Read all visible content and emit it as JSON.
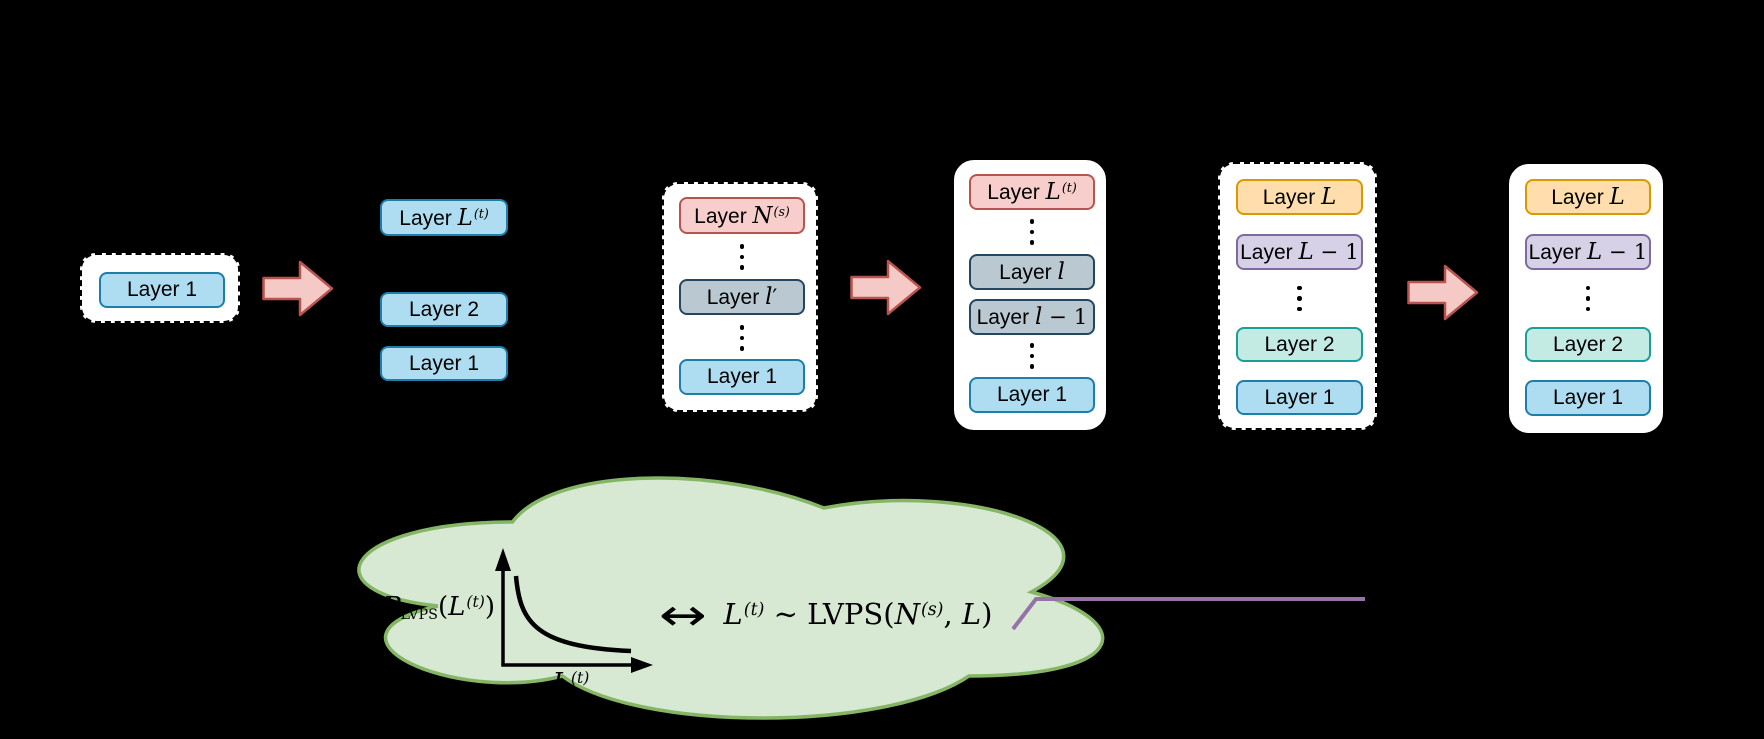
{
  "figure_background": "#000000",
  "styles": {
    "cyan": {
      "fill": "#aeddf1",
      "stroke": "#1c7fa9"
    },
    "red": {
      "fill": "#f8cecc",
      "stroke": "#b85450"
    },
    "gray": {
      "fill": "#bac9d1",
      "stroke": "#25465f"
    },
    "orange": {
      "fill": "#ffddad",
      "stroke": "#d79b00"
    },
    "lavender": {
      "fill": "#d6d1e7",
      "stroke": "#7d6ba0"
    },
    "teal": {
      "fill": "#c3eae3",
      "stroke": "#199f98"
    }
  },
  "container_colors": {
    "fill": "#ffffff",
    "border": "#000000"
  },
  "arrow_colors": {
    "fill": "#f5c9c5",
    "stroke": "#b85450"
  },
  "cloud_colors": {
    "fill": "#d7e9d2",
    "stroke": "#85b665"
  },
  "connector_color": "#9673a6",
  "plot_color": "#000000",
  "groups": [
    {
      "name": "seed-network",
      "container": "dashed",
      "items": [
        {
          "type": "layer",
          "style": "cyan",
          "parts": [
            {
              "s": "sans",
              "t": "Layer 1"
            }
          ]
        }
      ]
    },
    {
      "name": "stacked-layers",
      "container": "none",
      "items": [
        {
          "type": "layer",
          "style": "cyan",
          "parts": [
            {
              "s": "sans",
              "t": "Layer "
            },
            {
              "s": "it",
              "t": "L"
            },
            {
              "s": "sup",
              "t": "(t)"
            }
          ]
        },
        {
          "type": "layer",
          "style": "cyan",
          "parts": [
            {
              "s": "sans",
              "t": "Layer 2"
            }
          ]
        },
        {
          "type": "layer",
          "style": "cyan",
          "parts": [
            {
              "s": "sans",
              "t": "Layer 1"
            }
          ]
        }
      ]
    },
    {
      "name": "source-network",
      "container": "dashed",
      "items": [
        {
          "type": "layer",
          "style": "red",
          "parts": [
            {
              "s": "sans",
              "t": "Layer "
            },
            {
              "s": "it",
              "t": "N"
            },
            {
              "s": "sup",
              "t": "(s)"
            }
          ]
        },
        {
          "type": "dots"
        },
        {
          "type": "layer",
          "style": "gray",
          "parts": [
            {
              "s": "sans",
              "t": "Layer "
            },
            {
              "s": "it",
              "t": "l"
            },
            {
              "s": "rom",
              "t": "′"
            }
          ]
        },
        {
          "type": "dots"
        },
        {
          "type": "layer",
          "style": "cyan",
          "parts": [
            {
              "s": "sans",
              "t": "Layer 1"
            }
          ]
        }
      ]
    },
    {
      "name": "target-network-partial",
      "container": "solid",
      "items": [
        {
          "type": "layer",
          "style": "red",
          "parts": [
            {
              "s": "sans",
              "t": "Layer "
            },
            {
              "s": "it",
              "t": "L"
            },
            {
              "s": "sup",
              "t": "(t)"
            }
          ]
        },
        {
          "type": "dots"
        },
        {
          "type": "layer",
          "style": "gray",
          "parts": [
            {
              "s": "sans",
              "t": "Layer "
            },
            {
              "s": "it",
              "t": "l"
            }
          ]
        },
        {
          "type": "layer",
          "style": "gray",
          "parts": [
            {
              "s": "sans",
              "t": "Layer "
            },
            {
              "s": "it",
              "t": "l"
            },
            {
              "s": "rom",
              "t": " − 1"
            }
          ]
        },
        {
          "type": "dots"
        },
        {
          "type": "layer",
          "style": "cyan",
          "parts": [
            {
              "s": "sans",
              "t": "Layer 1"
            }
          ]
        }
      ]
    },
    {
      "name": "full-network-outline",
      "container": "dashed",
      "items": [
        {
          "type": "layer",
          "style": "orange",
          "parts": [
            {
              "s": "sans",
              "t": "Layer "
            },
            {
              "s": "it",
              "t": "L"
            }
          ]
        },
        {
          "type": "layer",
          "style": "lavender",
          "parts": [
            {
              "s": "sans",
              "t": "Layer "
            },
            {
              "s": "it",
              "t": "L"
            },
            {
              "s": "rom",
              "t": " − 1"
            }
          ]
        },
        {
          "type": "dots"
        },
        {
          "type": "layer",
          "style": "teal",
          "parts": [
            {
              "s": "sans",
              "t": "Layer 2"
            }
          ]
        },
        {
          "type": "layer",
          "style": "cyan",
          "parts": [
            {
              "s": "sans",
              "t": "Layer 1"
            }
          ]
        }
      ]
    },
    {
      "name": "full-network",
      "container": "solid",
      "items": [
        {
          "type": "layer",
          "style": "orange",
          "parts": [
            {
              "s": "sans",
              "t": "Layer "
            },
            {
              "s": "it",
              "t": "L"
            }
          ]
        },
        {
          "type": "layer",
          "style": "lavender",
          "parts": [
            {
              "s": "sans",
              "t": "Layer "
            },
            {
              "s": "it",
              "t": "L"
            },
            {
              "s": "rom",
              "t": " − 1"
            }
          ]
        },
        {
          "type": "dots"
        },
        {
          "type": "layer",
          "style": "teal",
          "parts": [
            {
              "s": "sans",
              "t": "Layer 2"
            }
          ]
        },
        {
          "type": "layer",
          "style": "cyan",
          "parts": [
            {
              "s": "sans",
              "t": "Layer 1"
            }
          ]
        }
      ]
    }
  ],
  "arrows": [
    "grow-arrow-1",
    "grow-arrow-2",
    "grow-arrow-3"
  ],
  "cloud": {
    "ylabel_parts": [
      {
        "s": "it",
        "t": "P"
      },
      {
        "s": "sub",
        "t": "LVPS"
      },
      {
        "s": "rom",
        "t": "("
      },
      {
        "s": "it",
        "t": "L"
      },
      {
        "s": "sup",
        "t": "(t)"
      },
      {
        "s": "rom",
        "t": ")"
      }
    ],
    "xlabel_parts": [
      {
        "s": "it",
        "t": "L"
      },
      {
        "s": "sup",
        "t": "(t)"
      }
    ],
    "equiv_symbol": "↔",
    "formula_parts": [
      {
        "s": "it",
        "t": "L"
      },
      {
        "s": "sup",
        "t": "(t)"
      },
      {
        "s": "rom",
        "t": " ∼ LVPS("
      },
      {
        "s": "it",
        "t": "N"
      },
      {
        "s": "sup",
        "t": "(s)"
      },
      {
        "s": "rom",
        "t": ", "
      },
      {
        "s": "it",
        "t": "L"
      },
      {
        "s": "rom",
        "t": ")"
      }
    ],
    "plot_type": "line",
    "plot_description": "monotonically decreasing probability curve"
  }
}
